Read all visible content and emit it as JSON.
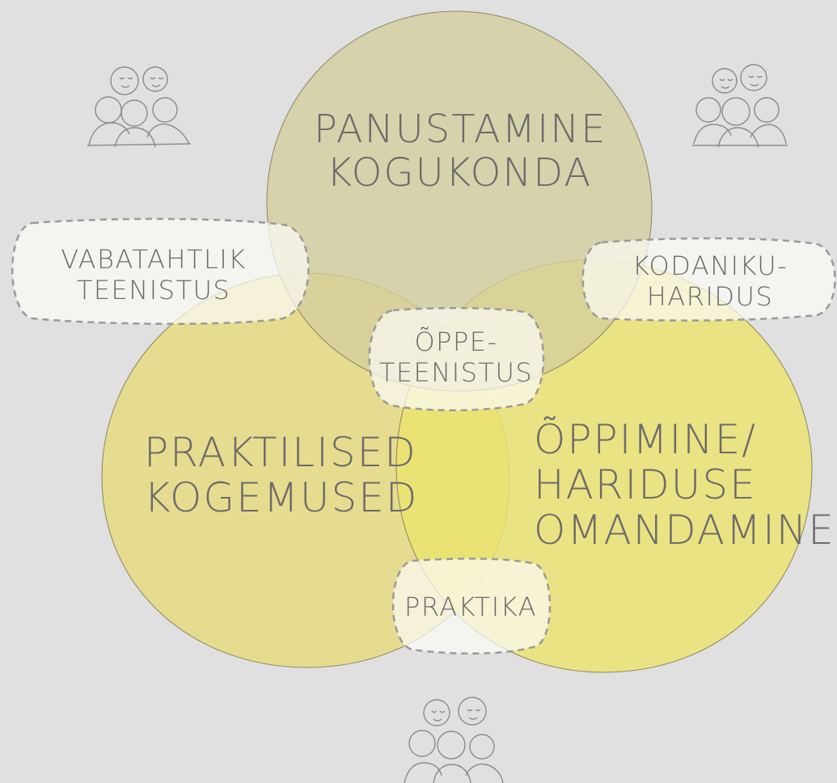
{
  "colors": {
    "background": "#e0e0e0",
    "circle_top": "#d7d19c",
    "circle_left": "#e6da80",
    "circle_right": "#ebe36e",
    "text": "#6b6b6b",
    "bubble_fill": "#fbfbf5",
    "bubble_border": "#9a9a9a"
  },
  "circles": {
    "top": {
      "line1": "PANUSTAMINE",
      "line2": "KOGUKONDA"
    },
    "left": {
      "line1": "PRAKTILISED",
      "line2": "KOGEMUSED"
    },
    "right": {
      "line1": "ÕPPIMINE/",
      "line2": "HARIDUSE",
      "line3": "OMANDAMINE"
    }
  },
  "overlaps": {
    "top_left": {
      "line1": "VABATAHTLIK",
      "line2": "TEENISTUS"
    },
    "top_right": {
      "line1": "KODANIKU-",
      "line2": "HARIDUS"
    },
    "center": {
      "line1": "ÕPPE-",
      "line2": "TEENISTUS"
    },
    "bottom": {
      "line1": "PRAKTIKA"
    }
  },
  "icons": {
    "top_left": "people-group-icon",
    "top_right": "people-group-icon",
    "bottom": "people-group-icon"
  }
}
